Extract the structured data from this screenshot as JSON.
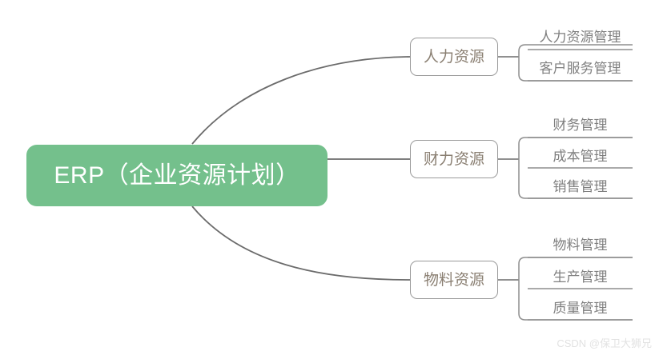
{
  "diagram": {
    "type": "mind-map",
    "orientation": "left-to-right",
    "root": {
      "label": "ERP（企业资源计划）",
      "fill_color": "#74c08c",
      "text_color": "#ffffff"
    },
    "branch_text_color": "#8a7f72",
    "leaf_text_color": "#7f7f7f",
    "connector_color": "#6b6b6b",
    "branches": [
      {
        "label": "人力资源",
        "leaves": [
          {
            "label": "人力资源管理"
          },
          {
            "label": "客户服务管理"
          }
        ]
      },
      {
        "label": "财力资源",
        "leaves": [
          {
            "label": "财务管理"
          },
          {
            "label": "成本管理"
          },
          {
            "label": "销售管理"
          }
        ]
      },
      {
        "label": "物料资源",
        "leaves": [
          {
            "label": "物料管理"
          },
          {
            "label": "生产管理"
          },
          {
            "label": "质量管理"
          }
        ]
      }
    ]
  },
  "watermark": {
    "text": "CSDN @保卫大狮兄"
  }
}
